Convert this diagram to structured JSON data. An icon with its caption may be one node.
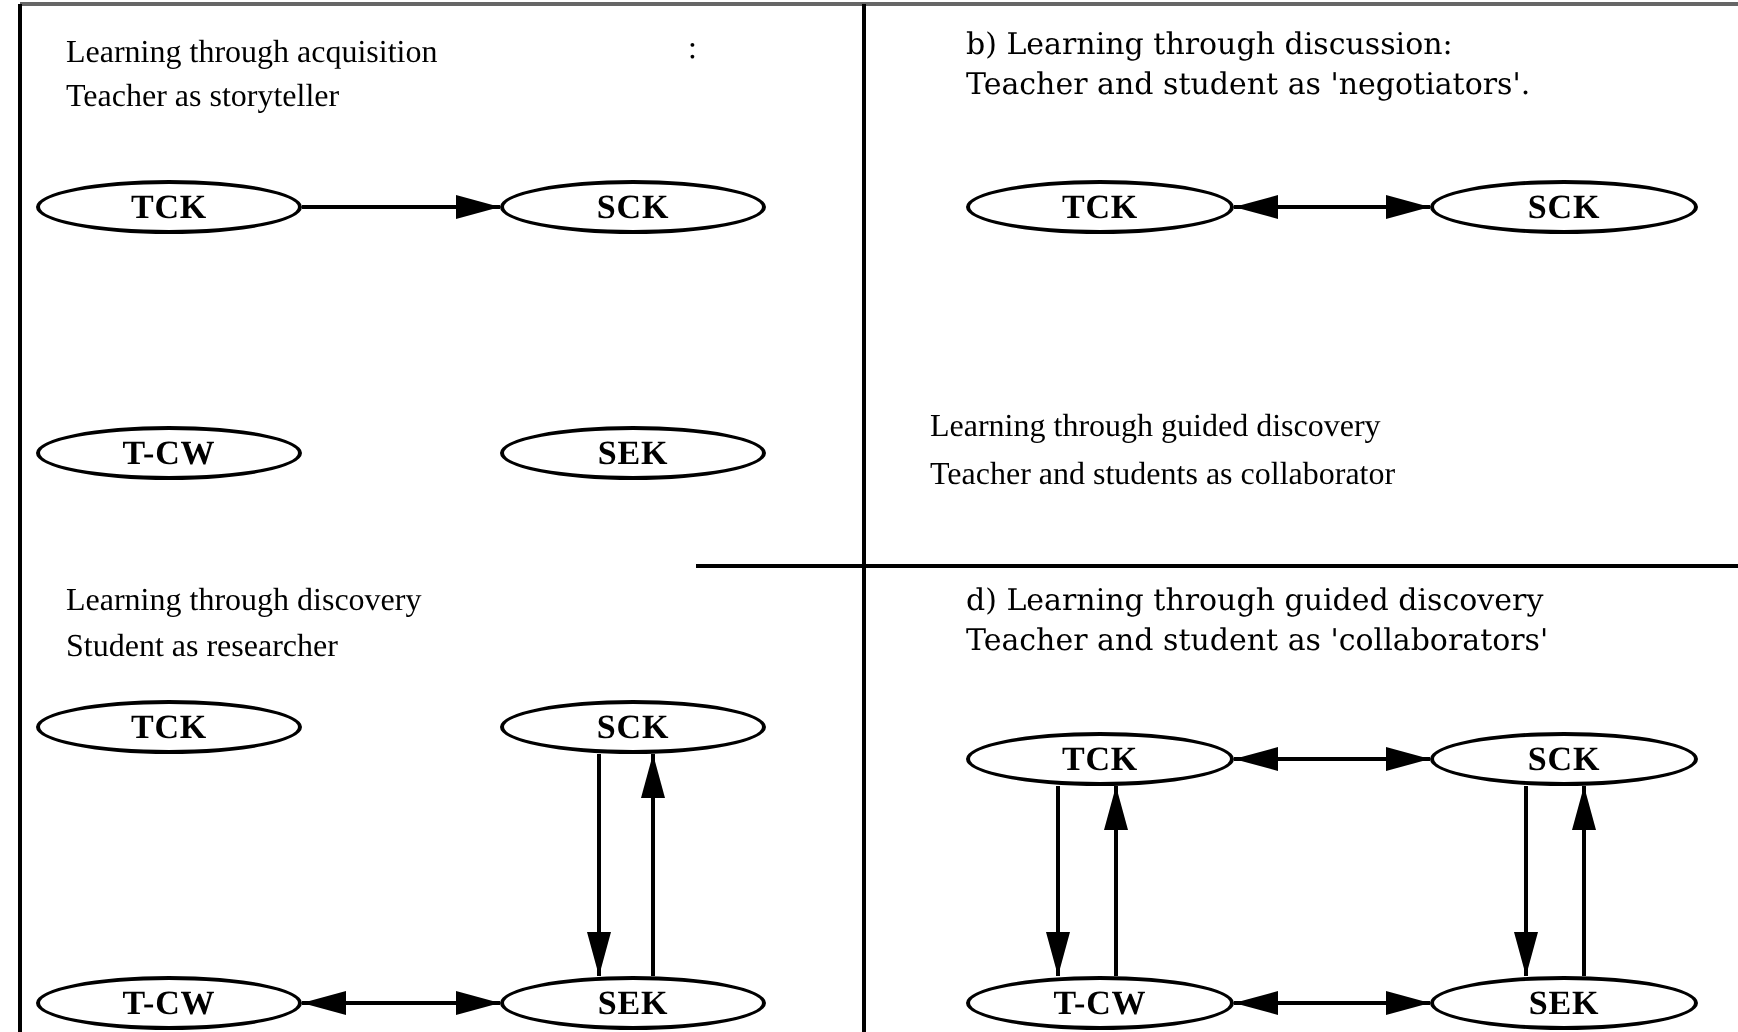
{
  "diagram": {
    "nodes": [
      {
        "text": [
          "TCK"
        ]
      },
      {
        "text": [
          "SCK"
        ]
      },
      {
        "text": [
          "T-CW"
        ]
      },
      {
        "text": [
          "SEK"
        ]
      },
      {
        "text": [
          "TCK"
        ]
      },
      {
        "text": [
          "SCK"
        ]
      },
      {
        "text": [
          "TCK"
        ]
      },
      {
        "text": [
          "SCK"
        ]
      },
      {
        "text": [
          "T-CW"
        ]
      },
      {
        "text": [
          "SEK"
        ]
      },
      {
        "text": [
          "TCK"
        ]
      },
      {
        "text": [
          "SCK"
        ]
      },
      {
        "text": [
          "T-CW"
        ]
      },
      {
        "text": [
          "SEK"
        ]
      }
    ],
    "edges": [
      {
        "from": 0,
        "to": 1,
        "arrow": "to"
      },
      {
        "from": 4,
        "to": 5,
        "arrow": "both"
      },
      {
        "from": 7,
        "to": 9,
        "arrow": "to"
      },
      {
        "from": 9,
        "to": 7,
        "arrow": "to"
      },
      {
        "from": 8,
        "to": 9,
        "arrow": "both"
      },
      {
        "from": 10,
        "to": 11,
        "arrow": "both"
      },
      {
        "from": 10,
        "to": 12,
        "arrow": "to"
      },
      {
        "from": 12,
        "to": 10,
        "arrow": "to"
      },
      {
        "from": 11,
        "to": 13,
        "arrow": "to"
      },
      {
        "from": 13,
        "to": 11,
        "arrow": "to"
      },
      {
        "from": 12,
        "to": 13,
        "arrow": "both"
      }
    ],
    "labels": [
      "Learning through acquisition",
      "Teacher as storyteller",
      ":",
      "b) Learning through discussion:",
      "Teacher and student as 'negotiators'.",
      "Learning through guided discovery",
      "Teacher and students as collaborator",
      "Learning through discovery",
      "Student as researcher",
      "d) Learning through guided discovery",
      "Teacher and student as 'collaborators'"
    ]
  }
}
